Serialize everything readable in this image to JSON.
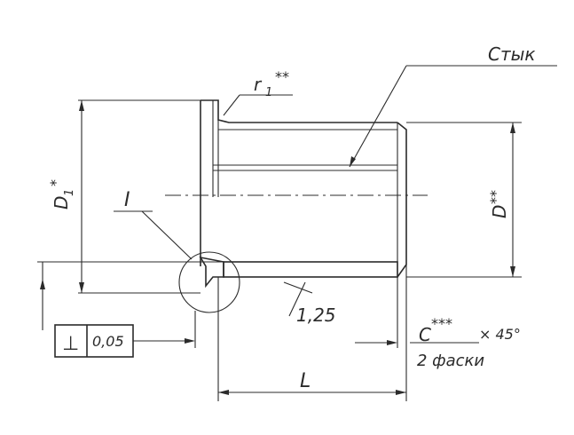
{
  "labels": {
    "joint": "Стык",
    "radius": "r",
    "radius_sub": "1",
    "radius_mark": "**",
    "d1": "D",
    "d1_sub": "1",
    "d1_mark": "*",
    "d": "D",
    "d_mark": "**",
    "detail": "I",
    "thickness": "1,25",
    "chamfer": "C",
    "chamfer_mark": "***",
    "chamfer_angle": "× 45°",
    "chamfer_count": "2 фаски",
    "length": "L"
  },
  "tolerance_frame": {
    "symbol": "⊥",
    "value": "0,05"
  }
}
